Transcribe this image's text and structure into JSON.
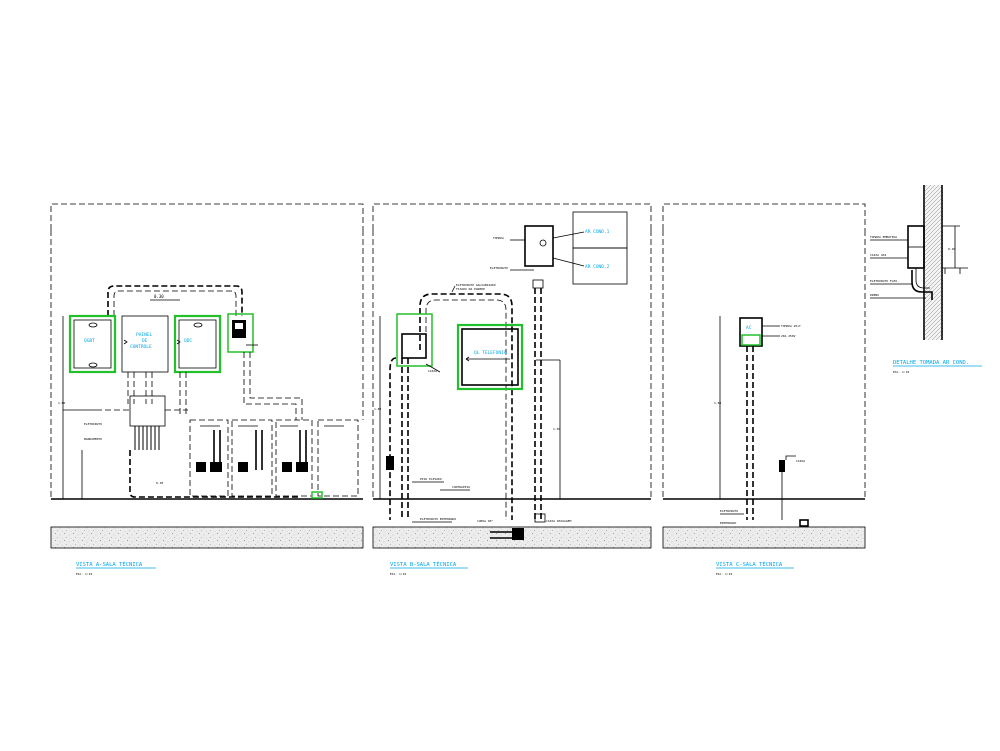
{
  "views": [
    {
      "id": "a",
      "title": "VISTA A-SALA TÉCNICA",
      "scale": "ESC. 1:25"
    },
    {
      "id": "b",
      "title": "VISTA B-SALA TÉCNICA",
      "scale": "ESC. 1:25"
    },
    {
      "id": "c",
      "title": "VISTA C-SALA TÉCNICA",
      "scale": "ESC. 1:25"
    },
    {
      "id": "d",
      "title": "DETALHE TOMADA AR COND.",
      "scale": "ESC. 1:10"
    }
  ],
  "labels": {
    "qgbt": "QGBT",
    "painel": "PAINEL",
    "de": "DE",
    "controle": "CONTROLE",
    "qdc": "QDC",
    "ar_cond_1": "AR COND.1",
    "ar_cond_2": "AR COND.2",
    "ql_telefonia": "QL TELEFONIA",
    "ac": "AC"
  },
  "colors": {
    "line": "#000000",
    "equipment": "#22c02a",
    "title_text": "#00a8e8",
    "floor_fill": "#e6e6e6"
  }
}
